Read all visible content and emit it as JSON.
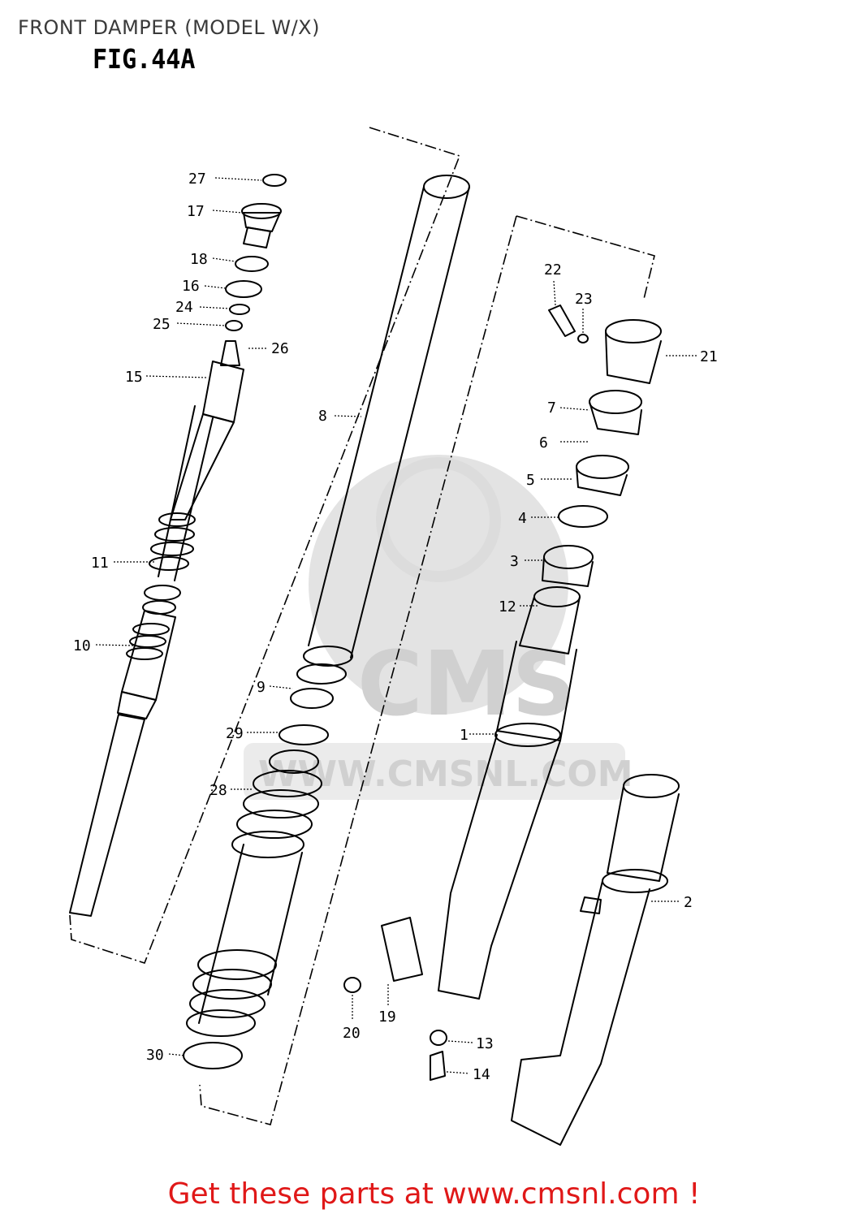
{
  "title": "FRONT DAMPER (MODEL W/X)",
  "figure": "FIG.44A",
  "watermark": {
    "logo": "CMS",
    "url": "WWW.CMSNL.COM"
  },
  "cta": "Get these parts at www.cmsnl.com !",
  "colors": {
    "cta": "#e01818",
    "ink": "#000000",
    "watermark": "#d0d0d0"
  },
  "callouts": [
    {
      "id": "27",
      "label": "27"
    },
    {
      "id": "17",
      "label": "17"
    },
    {
      "id": "18",
      "label": "18"
    },
    {
      "id": "16",
      "label": "16"
    },
    {
      "id": "24",
      "label": "24"
    },
    {
      "id": "25",
      "label": "25"
    },
    {
      "id": "26",
      "label": "26"
    },
    {
      "id": "15",
      "label": "15"
    },
    {
      "id": "8",
      "label": "8"
    },
    {
      "id": "22",
      "label": "22"
    },
    {
      "id": "23",
      "label": "23"
    },
    {
      "id": "21",
      "label": "21"
    },
    {
      "id": "7",
      "label": "7"
    },
    {
      "id": "6",
      "label": "6"
    },
    {
      "id": "5",
      "label": "5"
    },
    {
      "id": "4",
      "label": "4"
    },
    {
      "id": "3",
      "label": "3"
    },
    {
      "id": "12",
      "label": "12"
    },
    {
      "id": "11",
      "label": "11"
    },
    {
      "id": "10",
      "label": "10"
    },
    {
      "id": "9",
      "label": "9"
    },
    {
      "id": "29",
      "label": "29"
    },
    {
      "id": "1",
      "label": "1"
    },
    {
      "id": "28",
      "label": "28"
    },
    {
      "id": "2",
      "label": "2"
    },
    {
      "id": "20",
      "label": "20"
    },
    {
      "id": "19",
      "label": "19"
    },
    {
      "id": "13",
      "label": "13"
    },
    {
      "id": "14",
      "label": "14"
    },
    {
      "id": "30",
      "label": "30"
    }
  ]
}
